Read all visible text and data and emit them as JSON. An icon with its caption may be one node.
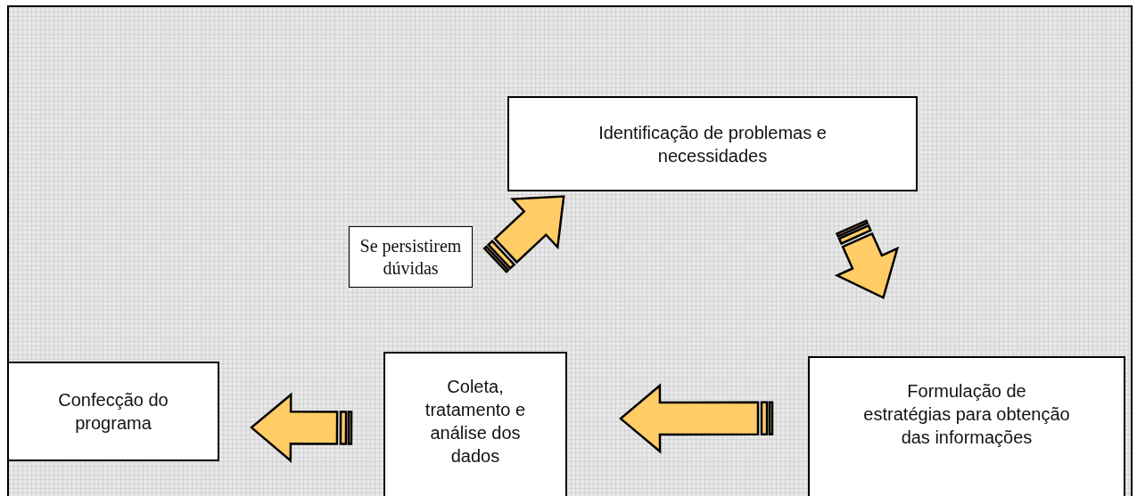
{
  "diagram": {
    "nodes": [
      {
        "text": [
          "Identificação de problemas e necessidades"
        ]
      },
      {
        "text": [
          "Formulação de estratégias para obtenção das informações"
        ]
      },
      {
        "text": [
          "Coleta, tratamento e análise dos dados"
        ]
      },
      {
        "text": [
          "Confecção do programa"
        ]
      },
      {
        "text": [
          "Se persistirem dúvidas"
        ]
      }
    ],
    "edges": [
      {
        "from": 0,
        "to": 1,
        "arrow": "to"
      },
      {
        "from": 1,
        "to": 2,
        "arrow": "to"
      },
      {
        "from": 2,
        "to": 3,
        "arrow": "to"
      },
      {
        "from": 4,
        "to": 0,
        "arrow": "to"
      }
    ]
  }
}
